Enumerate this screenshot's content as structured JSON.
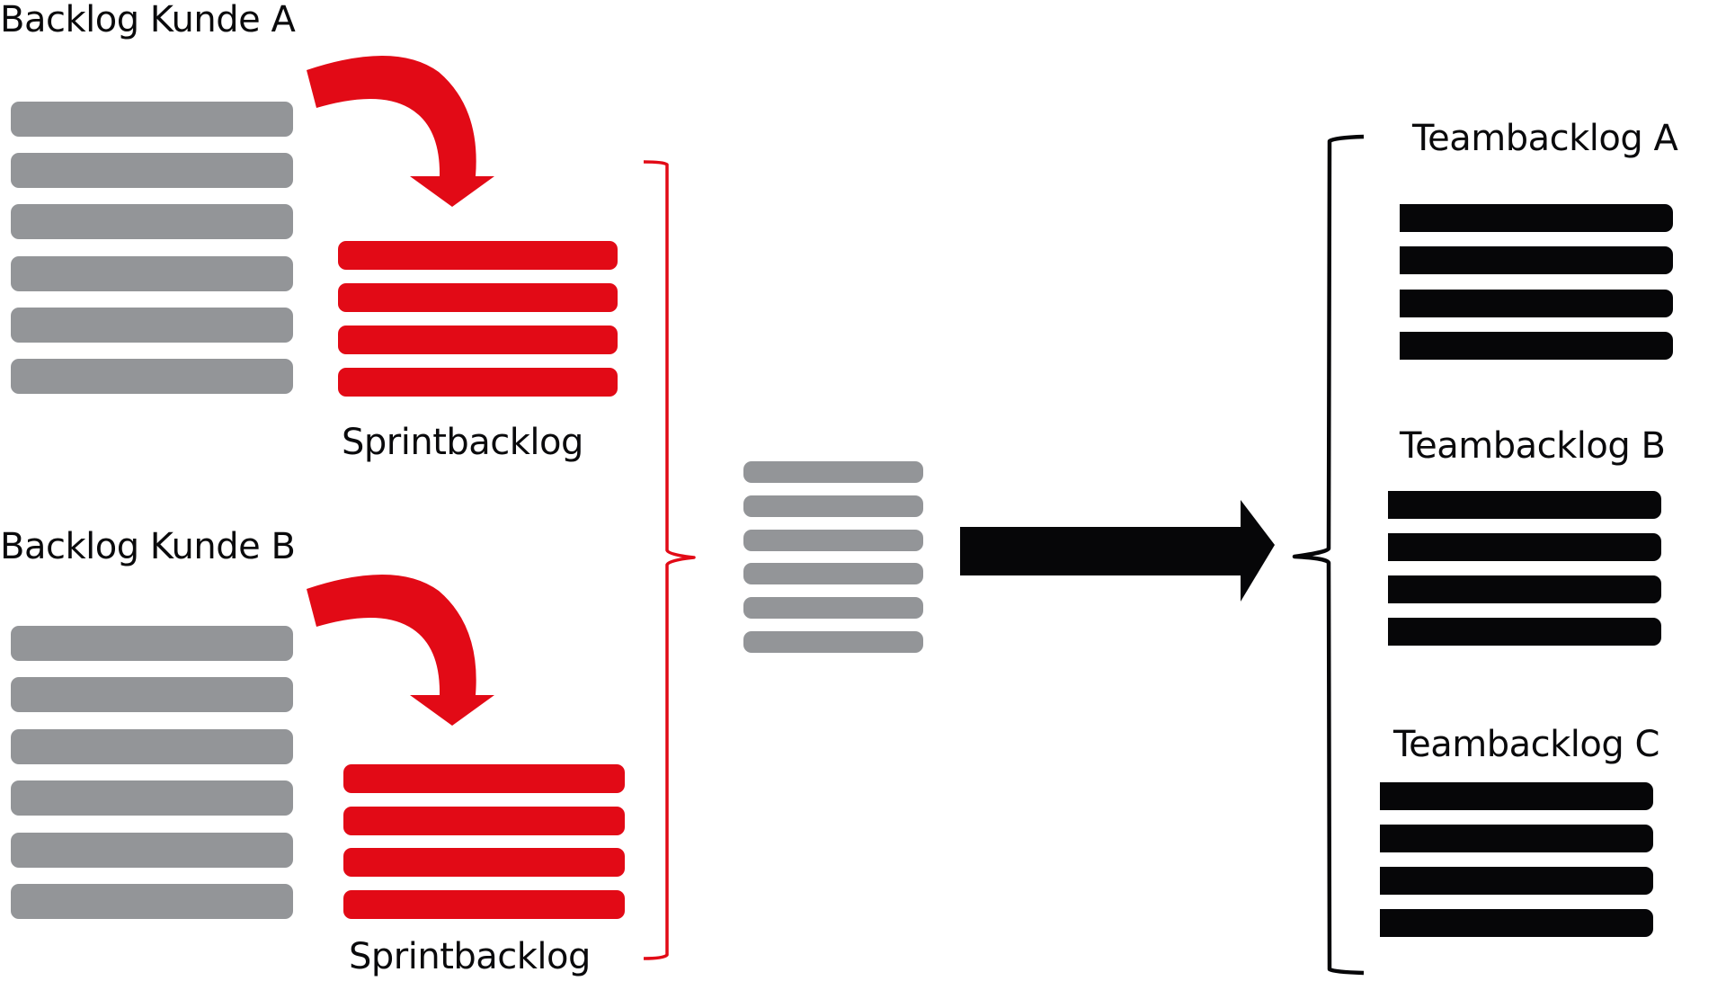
{
  "colors": {
    "backlog_gray": "#939598",
    "sprint_red": "#e20a16",
    "team_black": "#060608",
    "background": "#ffffff"
  },
  "customer_backlogs": [
    {
      "title": "Backlog Kunde A",
      "item_count": 6,
      "sprint": {
        "title": "Sprintbacklog",
        "item_count": 4
      }
    },
    {
      "title": "Backlog Kunde B",
      "item_count": 6,
      "sprint": {
        "title": "Sprintbacklog",
        "item_count": 4
      }
    }
  ],
  "merged_backlog": {
    "item_count": 6
  },
  "team_backlogs": [
    {
      "title": "Teambacklog A",
      "item_count": 4
    },
    {
      "title": "Teambacklog B",
      "item_count": 4
    },
    {
      "title": "Teambacklog C",
      "item_count": 4
    }
  ],
  "icons": {
    "curved_arrow": "curved-arrow-down-icon",
    "main_arrow": "arrow-right-icon",
    "merge_brace": "curly-brace-right",
    "split_brace": "curly-brace-left"
  }
}
